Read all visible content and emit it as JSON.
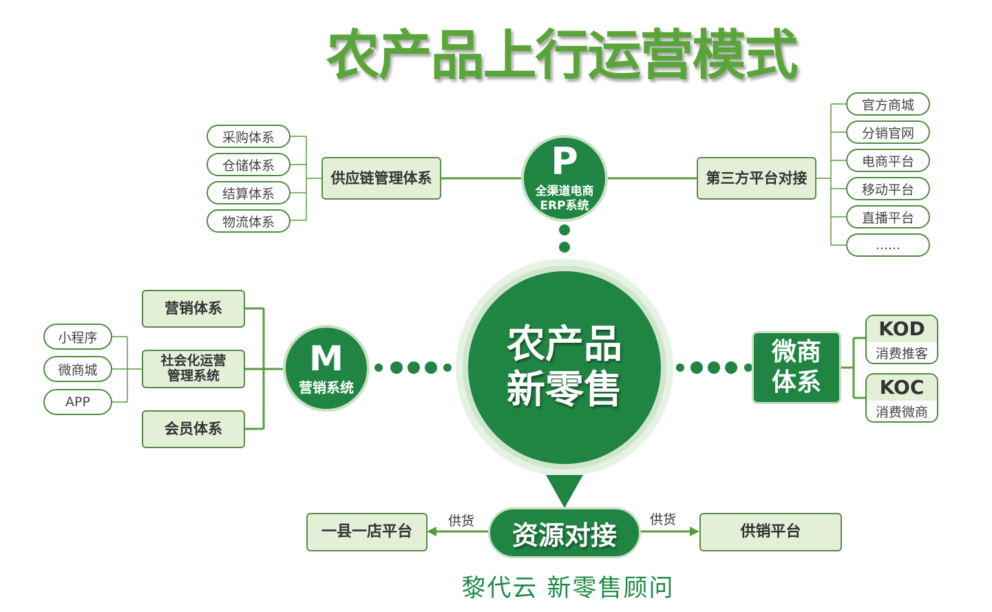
{
  "title": "农产品上行运营模式",
  "center": {
    "line1": "农产品",
    "line2": "新零售"
  },
  "p_node": {
    "letter": "P",
    "line1": "全渠道电商",
    "line2": "ERP系统"
  },
  "m_node": {
    "letter": "M",
    "label": "营销系统"
  },
  "supply_chain": {
    "label": "供应链管理体系",
    "items": [
      "采购体系",
      "仓储体系",
      "结算体系",
      "物流体系"
    ]
  },
  "third_party": {
    "label": "第三方平台对接",
    "items": [
      "官方商城",
      "分销官网",
      "电商平台",
      "移动平台",
      "直播平台",
      "......"
    ]
  },
  "marketing": {
    "boxes": [
      "营销体系",
      "社会化运营\n管理系统",
      "会员体系"
    ],
    "social_line1": "社会化运营",
    "social_line2": "管理系统",
    "channels": [
      "小程序",
      "微商城",
      "APP"
    ]
  },
  "wechat": {
    "line1": "微商",
    "line2": "体系",
    "kod": {
      "title": "KOD",
      "sub": "消费推客"
    },
    "koc": {
      "title": "KOC",
      "sub": "消费微商"
    }
  },
  "bottom": {
    "center": "资源对接",
    "left_label": "供货",
    "right_label": "供货",
    "left_box": "一县一店平台",
    "right_box": "供销平台"
  },
  "footer": "黎代云 新零售顾问",
  "colors": {
    "dark_green": "#208543",
    "light_green": "#e3efd7",
    "line_green": "#5a9a3c",
    "title_green": "#5aa53a"
  }
}
